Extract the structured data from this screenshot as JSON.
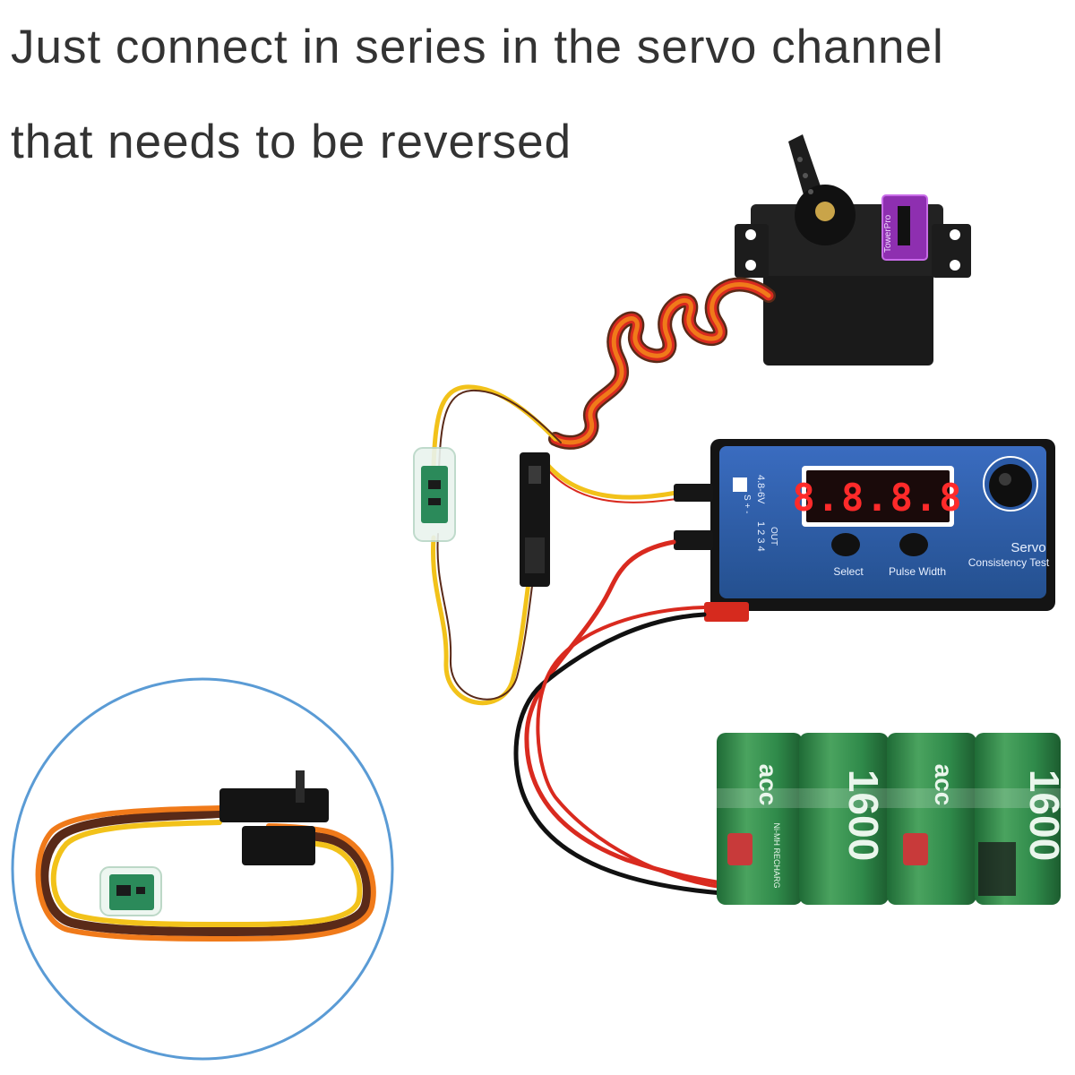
{
  "caption": {
    "line1": "Just connect in series in the servo channel",
    "line2": "that needs to be reversed"
  },
  "servo": {
    "brand": "TowerPro"
  },
  "tester": {
    "voltage_label": "4.8-6V",
    "out_label": "OUT",
    "port_numbers": "1 2 3 4",
    "signal_marks": "S + -",
    "display": "8.8.8.8",
    "title": "Servo",
    "subtitle": "Consistency Test",
    "select_label": "Select",
    "pulse_label": "Pulse Width"
  },
  "battery": {
    "capacity": "1600",
    "logo": "acc",
    "type_label": "Ni-MH RECHARG"
  },
  "colors": {
    "inset_ring": "#5a9bd5",
    "tester_body": "#2e5ea8",
    "display_red": "#ff2a2a",
    "battery_green": "#2f8a4a",
    "wire_orange": "#f07a1a",
    "wire_red": "#d92a1f",
    "wire_brown": "#5a2a18",
    "wire_yellow": "#f2c21a"
  }
}
